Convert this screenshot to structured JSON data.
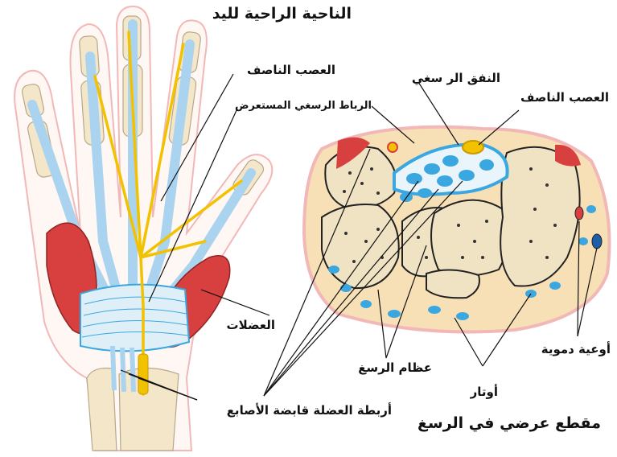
{
  "titles": {
    "palm_side": "الناحية الراحية لليد",
    "cross_section": "مقطع عرضي في الرسغ"
  },
  "labels": {
    "median_nerve_hand": "العصب الناصف",
    "transverse_carpal_ligament": "الرباط الرسغي المستعرض",
    "carpal_tunnel": "النفق الر سغي",
    "median_nerve_section": "العصب الناصف",
    "muscles": "العضلات",
    "carpal_bones": "عظام الرسغ",
    "flexor_tendons": "أربطة العضلة قابضة الأصابع",
    "tendons": "أوتار",
    "blood_vessels": "أوعية دموية"
  },
  "colors": {
    "skin_outline": "#f2b8b8",
    "bone": "#f3e6c9",
    "tendon": "#a9d3ee",
    "ligament_blue": "#3aa7e0",
    "nerve": "#f2c200",
    "muscle": "#d8403f",
    "leader_line": "#111111"
  }
}
